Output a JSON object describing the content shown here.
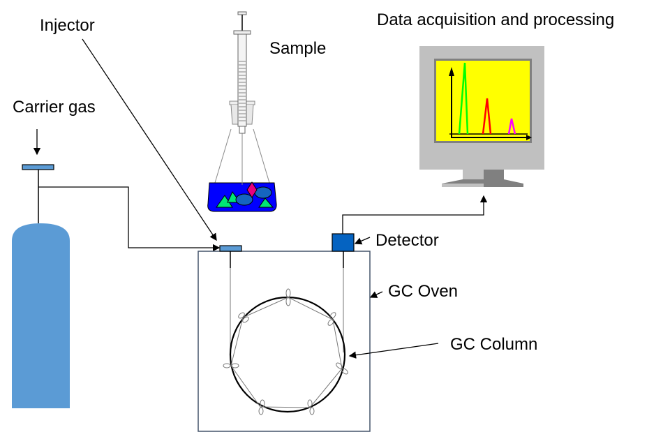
{
  "labels": {
    "data": "Data acquisition and processing",
    "sample": "Sample",
    "injector": "Injector",
    "carrier_gas": "Carrier gas",
    "detector": "Detector",
    "oven": "GC Oven",
    "column": "GC Column"
  },
  "colors": {
    "cylinder": "#5b9bd5",
    "detector": "#0563c1",
    "liquid": "#0000ff",
    "screen": "#ffff00",
    "peak1": "#00ff00",
    "peak2": "#ff0000",
    "peak3": "#ff00ff"
  }
}
